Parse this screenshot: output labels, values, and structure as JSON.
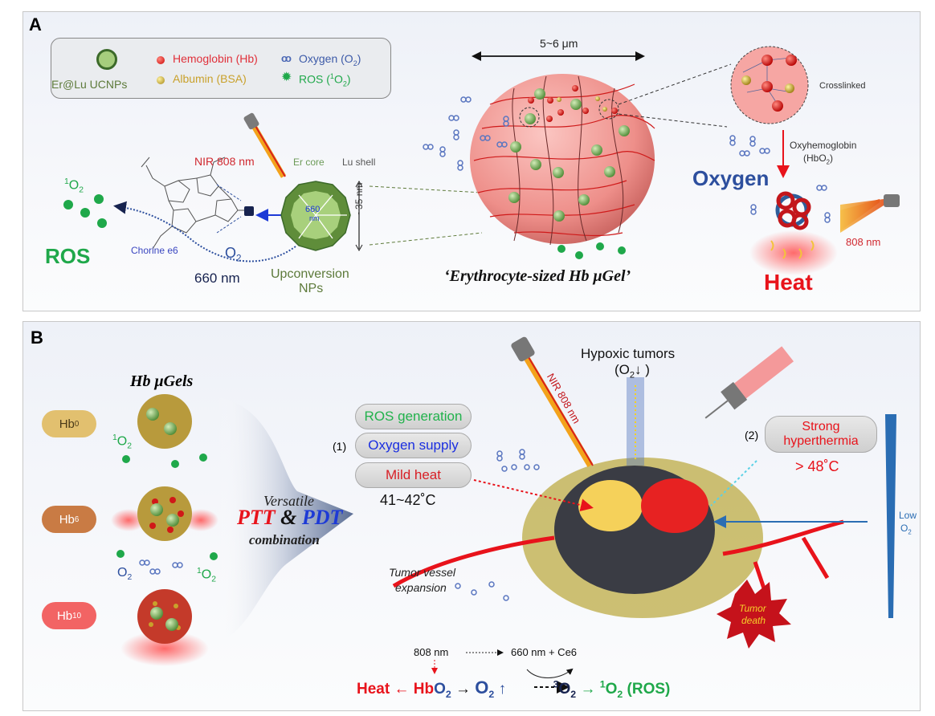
{
  "panel_a": {
    "label": "A",
    "legend": {
      "ucnp": "Er@Lu UCNPs",
      "hemoglobin": "Hemoglobin (Hb)",
      "albumin": "Albumin (BSA)",
      "oxygen_base": "Oxygen (O",
      "oxygen_sub": "2",
      "oxygen_close": ")",
      "ros_base": "ROS (",
      "ros_sup": "1",
      "ros_mid": "O",
      "ros_sub": "2",
      "ros_close": ")"
    },
    "nir_label": "NIR 808 nm",
    "er_core": "Er core",
    "lu_shell": "Lu shell",
    "inner_660": "660",
    "inner_nm": "nm",
    "size_label": "~35 nm",
    "singlet_sup": "1",
    "singlet_o": "O",
    "singlet_sub": "2",
    "ros_label": "ROS",
    "chlorin_label": "Chorine e6",
    "o2_label_o": "O",
    "o2_label_sub": "2",
    "emission_label": "660 nm",
    "ucnp_label_1": "Upconversion",
    "ucnp_label_2": "NPs",
    "microgel_size": "5~6 μm",
    "microgel_title": "‘Erythrocyte-sized Hb μGel’",
    "crosslinked": "Crosslinked",
    "oxyhemoglobin_1": "Oxyhemoglobin",
    "oxyhemoglobin_2_base": "(HbO",
    "oxyhemoglobin_2_sub": "2",
    "oxyhemoglobin_2_close": ")",
    "oxygen_big": "Oxygen",
    "laser_808": "808 nm",
    "heat_big": "Heat"
  },
  "panel_b": {
    "label": "B",
    "gels_title": "Hb μGels",
    "hb_levels": [
      {
        "base": "Hb",
        "sub": "0",
        "color": "#e2c06f"
      },
      {
        "base": "Hb",
        "sub": "6",
        "color": "#c97b44"
      },
      {
        "base": "Hb",
        "sub": "10",
        "color": "#f26464"
      }
    ],
    "singlet_sup": "1",
    "singlet_o": "O",
    "singlet_sub": "2",
    "o2_o": "O",
    "o2_sub": "2",
    "arrow_text_1": "Versatile",
    "arrow_ptt": "PTT",
    "arrow_amp": " & ",
    "arrow_pdt": "PDT",
    "arrow_text_3": "combination",
    "step1_label": "(1)",
    "pills_1": [
      {
        "text": "ROS generation",
        "color": "#22b24c"
      },
      {
        "text": "Oxygen supply",
        "color": "#1a2ee0"
      },
      {
        "text": "Mild heat",
        "color": "#d81f26"
      }
    ],
    "temp_mild": "41~42˚C",
    "nir_label": "NIR 808 nm",
    "hypoxic_1": "Hypoxic tumors",
    "hypoxic_2_open": "(O",
    "hypoxic_2_sub": "2",
    "hypoxic_2_close": "↓ )",
    "step2_label": "(2)",
    "pill_2_line1": "Strong",
    "pill_2_line2": "hyperthermia",
    "temp_strong": "> 48˚C",
    "low_o2_1": "Low",
    "low_o2_2_o": "O",
    "low_o2_2_sub": "2",
    "vessel_1": "Tumor vessel",
    "vessel_2": "expansion",
    "death_1": "Tumor",
    "death_2": "death",
    "eq": {
      "top_808": "808 nm",
      "top_660": "660 nm + Ce6",
      "heat": "Heat",
      "hb": "Hb",
      "hbo": "O",
      "hbo_sub": "2",
      "o2": "O",
      "o2_sub": "2",
      "up_arrow": "↑",
      "triplet_sup": "3",
      "triplet_o": "O",
      "triplet_sub": "2",
      "singlet_sup": "1",
      "singlet_o": "O",
      "singlet_sub": "2",
      "ros": " (ROS)"
    }
  },
  "colors": {
    "red": "#e8131b",
    "green": "#1fa84a",
    "blue": "#2d4f9e",
    "navy": "#17234f",
    "olive": "#5d7a3a",
    "gold": "#c9a12b"
  }
}
